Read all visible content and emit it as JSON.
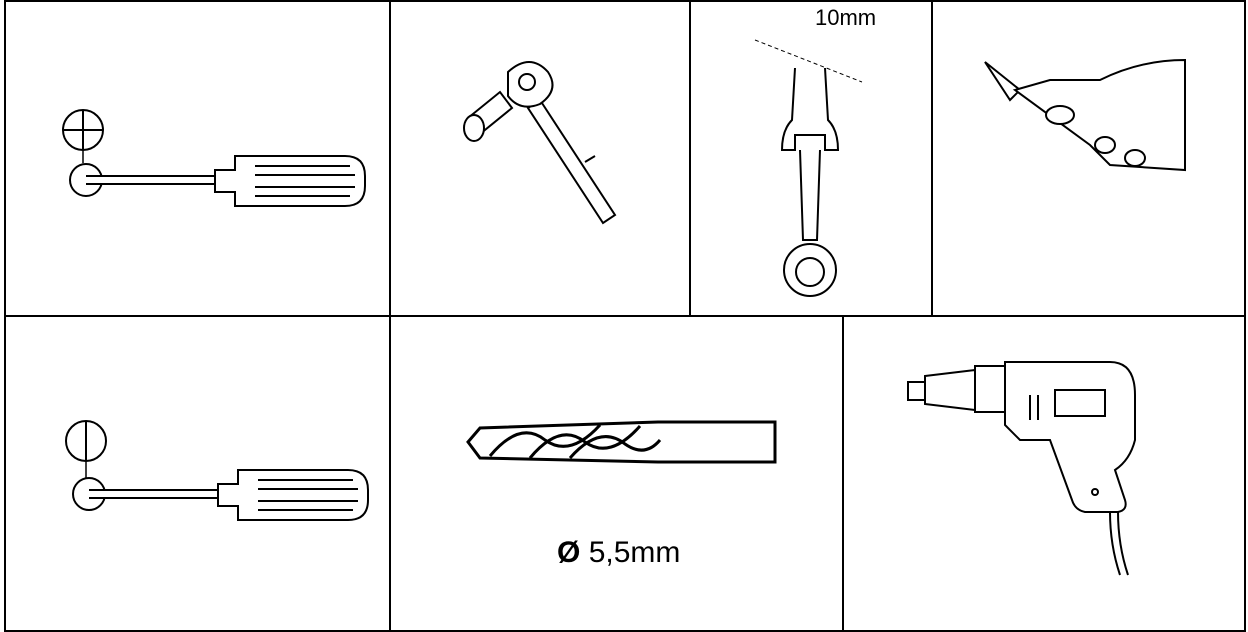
{
  "labels": {
    "wrench_size": "10mm",
    "drill_bit_symbol": "Ø",
    "drill_bit_size": "5,5mm"
  },
  "colors": {
    "line": "#000000",
    "background": "#ffffff"
  },
  "icons": [
    "phillips-screwdriver-icon",
    "socket-wrench-icon",
    "combination-wrench-icon",
    "cutting-pliers-icon",
    "flat-screwdriver-icon",
    "drill-bit-icon",
    "electric-drill-icon"
  ]
}
